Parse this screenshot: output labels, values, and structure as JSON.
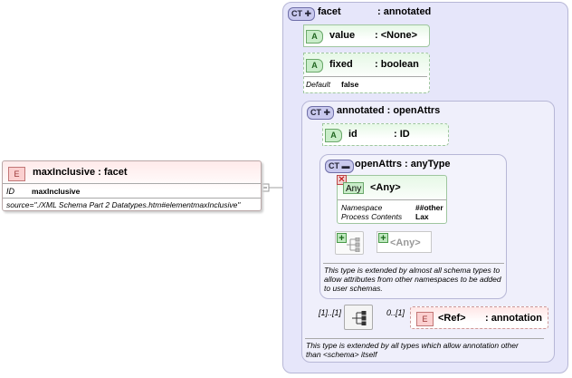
{
  "element": {
    "badge": "E",
    "title": "maxInclusive : facet",
    "id_label": "ID",
    "id_value": "maxInclusive",
    "source": "source=\"./XML Schema Part 2 Datatypes.htm#elementmaxInclusive\""
  },
  "facet": {
    "badge": "CT",
    "name": "facet",
    "type": ": annotated",
    "attr_value": {
      "badge": "A",
      "name": "value",
      "type": ": <None>"
    },
    "attr_fixed": {
      "badge": "A",
      "name": "fixed",
      "type": ": boolean",
      "default_label": "Default",
      "default_value": "false"
    }
  },
  "annotated": {
    "badge": "CT",
    "title": "annotated : openAttrs",
    "attr_id": {
      "badge": "A",
      "name": "id",
      "type": ": ID"
    },
    "note": "This type is extended by all types which allow annotation other than <schema> itself",
    "seq_card": "[1]..[1]",
    "ref_card": "0..[1]",
    "ref": {
      "badge": "E",
      "name": "<Ref>",
      "type": ": annotation"
    }
  },
  "openattrs": {
    "badge": "CT",
    "title": "openAttrs : anyType",
    "any": {
      "badge": "Any",
      "name": "<Any>",
      "ns_label": "Namespace",
      "ns_value": "##other",
      "pc_label": "Process Contents",
      "pc_value": "Lax"
    },
    "any_elem": "<Any>",
    "note": "This type is extended by almost all schema types to allow attributes from other namespaces to be added to user schemas."
  },
  "colors": {
    "complex_type_bg": "#e6e6fa",
    "attribute_green": "#c9edc9",
    "element_red": "#fbd0d0"
  }
}
